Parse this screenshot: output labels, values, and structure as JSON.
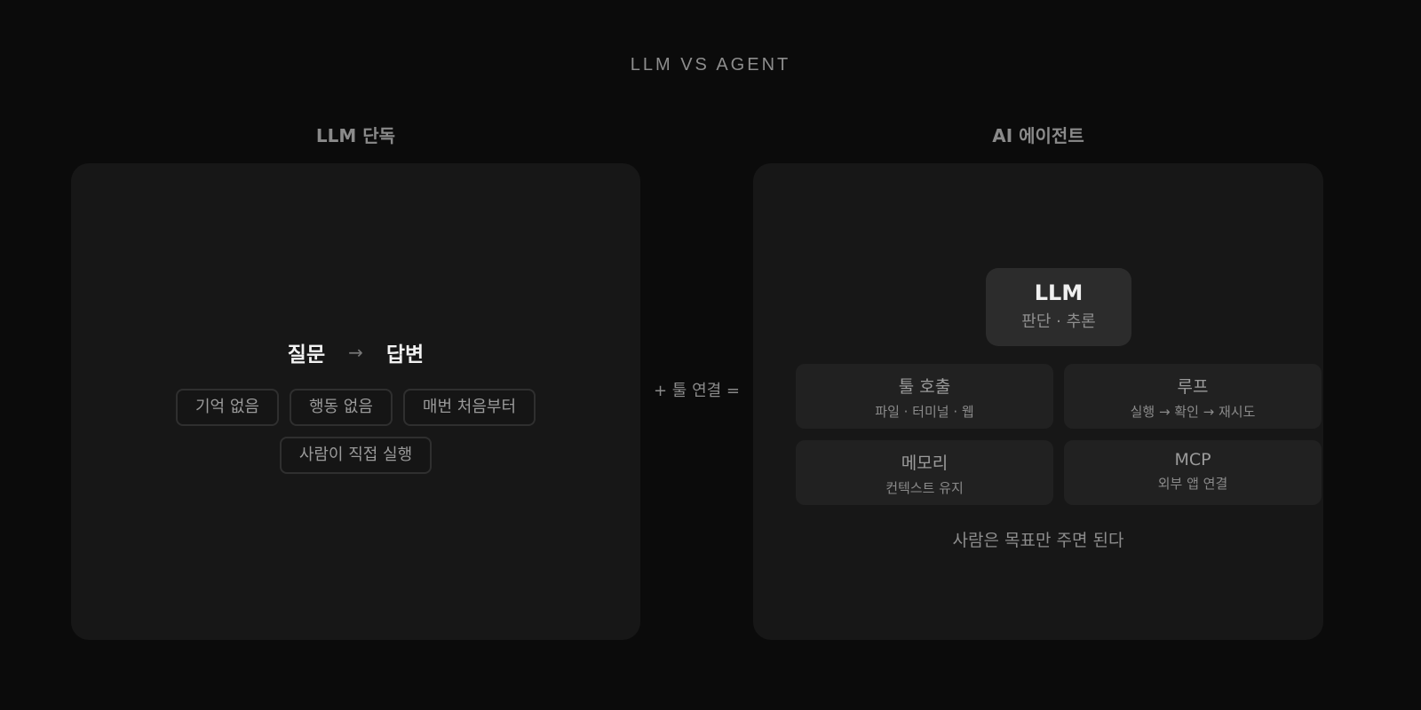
{
  "title": "LLM VS AGENT",
  "left": {
    "heading": "LLM 단독",
    "flow": {
      "from": "질문",
      "arrow": "→",
      "to": "답변"
    },
    "pills": [
      "기억 없음",
      "행동 없음",
      "매번 처음부터",
      "사람이 직접 실행"
    ]
  },
  "connector": "+ 툴 연결 =",
  "right": {
    "heading": "AI 에이전트",
    "core": {
      "title": "LLM",
      "subtitle": "판단 · 추론"
    },
    "modules": [
      {
        "title": "툴 호출",
        "subtitle": "파일 · 터미널 · 웹"
      },
      {
        "title": "루프",
        "subtitle": "실행 → 확인 → 재시도"
      },
      {
        "title": "메모리",
        "subtitle": "컨텍스트 유지"
      },
      {
        "title": "MCP",
        "subtitle": "외부 앱 연결"
      }
    ],
    "note": "사람은 목표만 주면 된다"
  },
  "colors": {
    "background": "#0b0b0b",
    "card": "#171717",
    "core_box": "#2c2c2c",
    "module_box": "#212121",
    "pill_border": "#2f2f2f"
  }
}
